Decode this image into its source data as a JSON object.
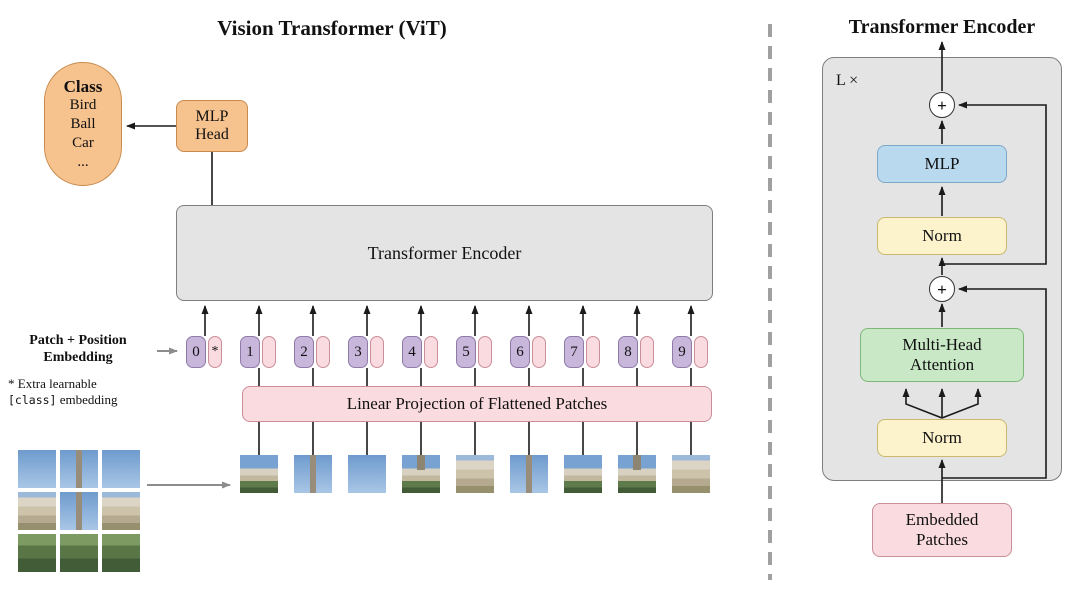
{
  "colors": {
    "orange": "#F6C28E",
    "purple_token": "#C9B6DB",
    "pink": "#F9DBE0",
    "gray_box": "#E4E4E4",
    "blue_mlp": "#B8D9EE",
    "yellow_norm": "#FCF2CC",
    "green_attention": "#C9E8C5",
    "arrow_gray": "#8C8C8C"
  },
  "vit": {
    "title": "Vision Transformer (ViT)",
    "class_pill": {
      "heading": "Class",
      "items": [
        "Bird",
        "Ball",
        "Car",
        "..."
      ]
    },
    "mlp_head_label": "MLP\nHead",
    "encoder_label": "Transformer Encoder",
    "patch_position_label": "Patch + Position\nEmbedding",
    "note": {
      "line1": "* Extra learnable",
      "code": "[class]",
      "line2_rest": " embedding"
    },
    "class_token_star": "*",
    "tokens": [
      "0",
      "1",
      "2",
      "3",
      "4",
      "5",
      "6",
      "7",
      "8",
      "9"
    ],
    "linear_projection_label": "Linear Projection of Flattened Patches"
  },
  "encoder": {
    "title": "Transformer Encoder",
    "loop_label": "L ×",
    "plus": "+",
    "mlp_label": "MLP",
    "norm_top_label": "Norm",
    "attention_label": "Multi-Head\nAttention",
    "norm_bottom_label": "Norm",
    "embedded_patches_label": "Embedded\nPatches"
  }
}
